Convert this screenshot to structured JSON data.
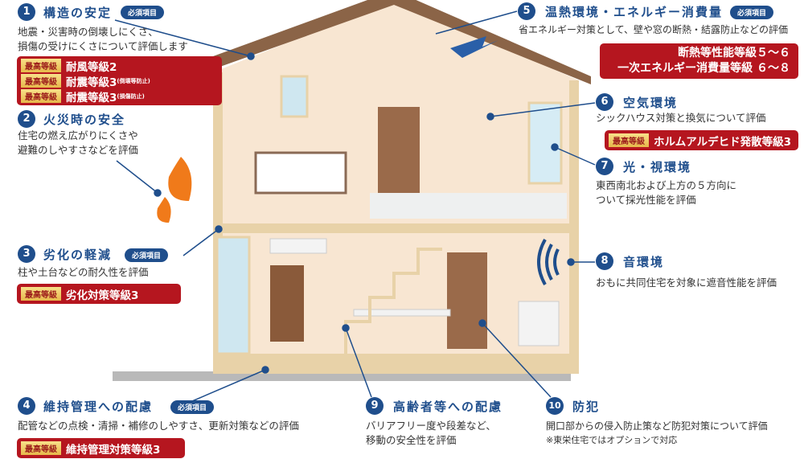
{
  "required_badge": "必須項目",
  "top_grade": "最高等級",
  "items": [
    {
      "num": "1",
      "title": "構造の安定",
      "desc": [
        "地震・災害時の倒壊しにくさ、",
        "損傷の受けにくさについて評価します"
      ],
      "grades": [
        {
          "label": "耐風等級2",
          "note": ""
        },
        {
          "label": "耐震等級3",
          "note": "(倒壊等防止)"
        },
        {
          "label": "耐震等級3",
          "note": "(損傷防止)"
        }
      ]
    },
    {
      "num": "2",
      "title": "火災時の安全",
      "desc": [
        "住宅の燃え広がりにくさや",
        "避難のしやすさなどを評価"
      ]
    },
    {
      "num": "3",
      "title": "劣化の軽減",
      "desc": [
        "柱や土台などの耐久性を評価"
      ],
      "grade": "劣化対策等級3"
    },
    {
      "num": "4",
      "title": "維持管理への配慮",
      "desc": [
        "配管などの点検・清掃・補修のしやすさ、更新対策などの評価"
      ],
      "grade": "維持管理対策等級3"
    },
    {
      "num": "5",
      "title": "温熱環境・エネルギー消費量",
      "desc": [
        "省エネルギー対策として、壁や窓の断熱・結露防止などの評価"
      ],
      "grades": [
        "断熱等性能等級５～６",
        "一次エネルギー消費量等級 ６～８"
      ]
    },
    {
      "num": "6",
      "title": "空気環境",
      "desc": [
        "シックハウス対策と換気について評価"
      ],
      "grade": "ホルムアルデヒド発散等級3"
    },
    {
      "num": "7",
      "title": "光・視環境",
      "desc": [
        "東西南北および上方の５方向に",
        "ついて採光性能を評価"
      ]
    },
    {
      "num": "8",
      "title": "音環境",
      "desc": [
        "おもに共同住宅を対象に遮音性能を評価"
      ]
    },
    {
      "num": "9",
      "title": "高齢者等への配慮",
      "desc": [
        "バリアフリー度や段差など、",
        "移動の安全性を評価"
      ]
    },
    {
      "num": "10",
      "title": "防犯",
      "desc": [
        "開口部からの侵入防止策など防犯対策について評価",
        "※東栄住宅ではオプションで対応"
      ]
    }
  ],
  "colors": {
    "navy": "#1f4e8c",
    "red": "#b5161f",
    "gold": "#e7b84a"
  }
}
